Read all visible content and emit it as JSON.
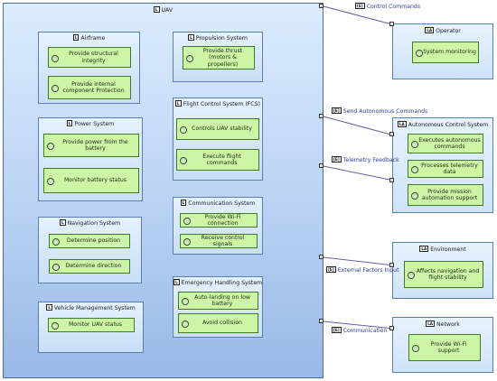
{
  "uav": {
    "label": "UAV",
    "badge": "L"
  },
  "subsystems": {
    "airframe": {
      "title": "Airframe",
      "functions": [
        "Provide structural integrity",
        "Provide internal component Protection"
      ]
    },
    "power": {
      "title": "Power System",
      "functions": [
        "Provide power from the battery",
        "Monitor battery status"
      ]
    },
    "navigation": {
      "title": "Navigation System",
      "functions": [
        "Determine position",
        "Determine direction"
      ]
    },
    "vehicle_mgmt": {
      "title": "Vehicle Management System",
      "functions": [
        "Monitor UAV status"
      ]
    },
    "propulsion": {
      "title": "Propulsion System",
      "functions": [
        "Provide thrust (motors & propellers)"
      ]
    },
    "fcs": {
      "title": "Flight Control System (FCS)",
      "functions": [
        "Controls UAV stability",
        "Execute flight commands"
      ]
    },
    "comm": {
      "title": "Communication System",
      "functions": [
        "Provide Wi-Fi connection",
        "Receive control signals"
      ]
    },
    "emergency": {
      "title": "Emergency Handling System",
      "functions": [
        "Auto-landing on low battery",
        "Avoid collision"
      ]
    }
  },
  "actors": {
    "operator": {
      "title": "Operator",
      "badge": "LA",
      "functions": [
        "System monitoring"
      ]
    },
    "autonomous": {
      "title": "Autonomous Control System",
      "badge": "LA",
      "functions": [
        "Executes autonomous commands",
        "Processes telemetry data",
        "Provide mission automation support"
      ]
    },
    "environment": {
      "title": "Environment",
      "badge": "LA",
      "functions": [
        "Affects navigation and flight stability"
      ]
    },
    "network": {
      "title": "Network",
      "badge": "LA",
      "functions": [
        "Provide Wi-Fi support"
      ]
    }
  },
  "exchanges": {
    "control_commands": "Control Commands",
    "send_autonomous": "Send Autonomous Commands",
    "telemetry_feedback": "Telemetry Feedback",
    "external_factors": "External Factors Input",
    "communication": "Communication"
  },
  "badges": {
    "component": "L",
    "exchange": "[E]",
    "function": "ⓕ"
  }
}
